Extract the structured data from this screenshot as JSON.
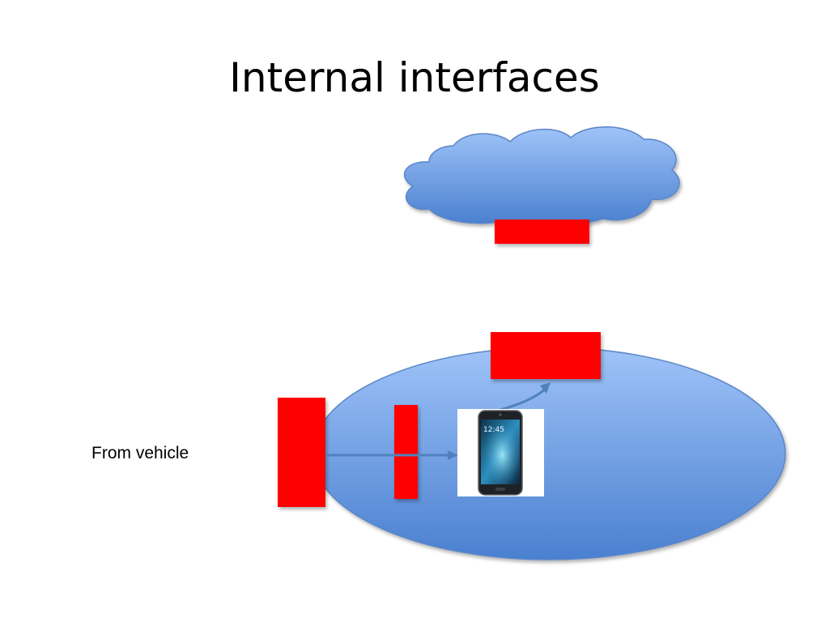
{
  "slide": {
    "title": "Internal interfaces",
    "label": "From vehicle"
  },
  "phone_screen": {
    "time": "12:45"
  },
  "colors": {
    "shape_blue_light": "#95bcf6",
    "shape_blue_dark": "#4a82d0",
    "shape_outline": "#4f7bc1",
    "interface_red": "#ff0000",
    "arrow_blue": "#4f81bd"
  },
  "icons": {
    "cloud": "cloud-icon",
    "phone": "smartphone-icon"
  }
}
